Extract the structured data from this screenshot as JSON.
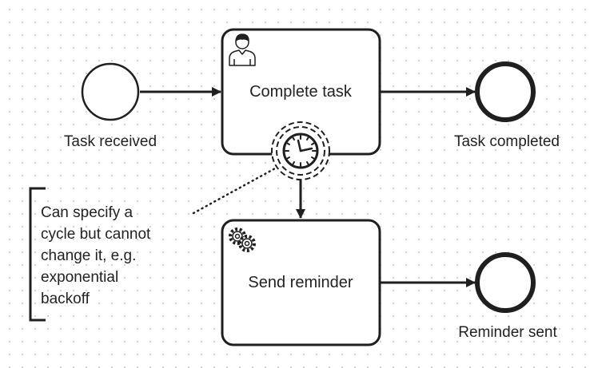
{
  "diagram": {
    "start_event": {
      "label": "Task received"
    },
    "user_task": {
      "label": "Complete task",
      "icon": "user-icon"
    },
    "timer_boundary_event": {
      "icon": "clock-icon",
      "interrupting": false
    },
    "service_task": {
      "label": "Send reminder",
      "icon": "gear-icon"
    },
    "end_event_completed": {
      "label": "Task completed"
    },
    "end_event_reminder": {
      "label": "Reminder sent"
    },
    "annotation": {
      "lines": [
        "Can specify a",
        "cycle but cannot",
        "change it, e.g.",
        "exponential",
        "backoff"
      ]
    },
    "colors": {
      "stroke": "#1f1f1f",
      "text": "#222222"
    }
  }
}
